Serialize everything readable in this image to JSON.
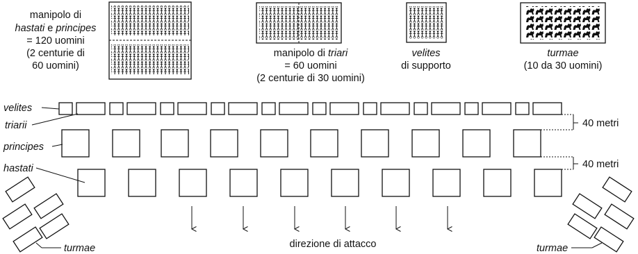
{
  "legend": {
    "maniple_hp": {
      "line1": "manipolo di",
      "line2_a": "hastati",
      "line2_b": " e ",
      "line2_c": "principes",
      "line3": "= 120 uomini",
      "line4": "(2 centurie di",
      "line5": "60 uomini)"
    },
    "maniple_triarii": {
      "line1_a": "manipolo di ",
      "line1_b": "triari",
      "line2": "= 60 uomini",
      "line3": "(2 centurie di 30 uomini)"
    },
    "velites": {
      "line1": "velites",
      "line2": "di supporto"
    },
    "turmae": {
      "line1": "turmae",
      "line2": "(10 da 30 uomini)"
    }
  },
  "labels": {
    "velites": "velites",
    "triarii": "triarii",
    "principes": "principes",
    "hastati": "hastati",
    "turmae_left": "turmae",
    "turmae_right": "turmae",
    "distance_1": "40 metri",
    "distance_2": "40 metri",
    "attack_direction": "direzione di attacco"
  },
  "colors": {
    "ink": "#111111",
    "background": "#ffffff"
  }
}
